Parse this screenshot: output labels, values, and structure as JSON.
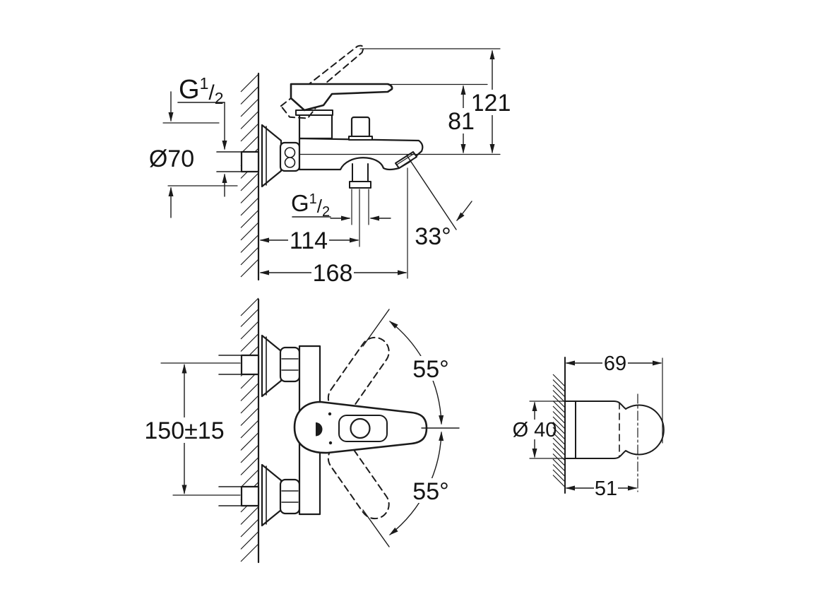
{
  "drawing": {
    "background": "#ffffff",
    "ink": "#1b1b1b",
    "side_view": {
      "thread_top": {
        "g": "G",
        "sup": "1",
        "slash": "/",
        "sub": "2"
      },
      "escutcheon_diameter": "Ø70",
      "height_total": "121",
      "height_upper": "81",
      "thread_bottom": {
        "g": "G",
        "sup": "1",
        "slash": "/",
        "sub": "2"
      },
      "outlet_offset": "114",
      "reach_total": "168",
      "spout_angle": "33°"
    },
    "front_view": {
      "connection_spacing": "150±15",
      "swing_up": "55°",
      "swing_down": "55°"
    },
    "holder_view": {
      "length_total": "69",
      "diameter": "Ø 40",
      "length_front": "51"
    }
  }
}
